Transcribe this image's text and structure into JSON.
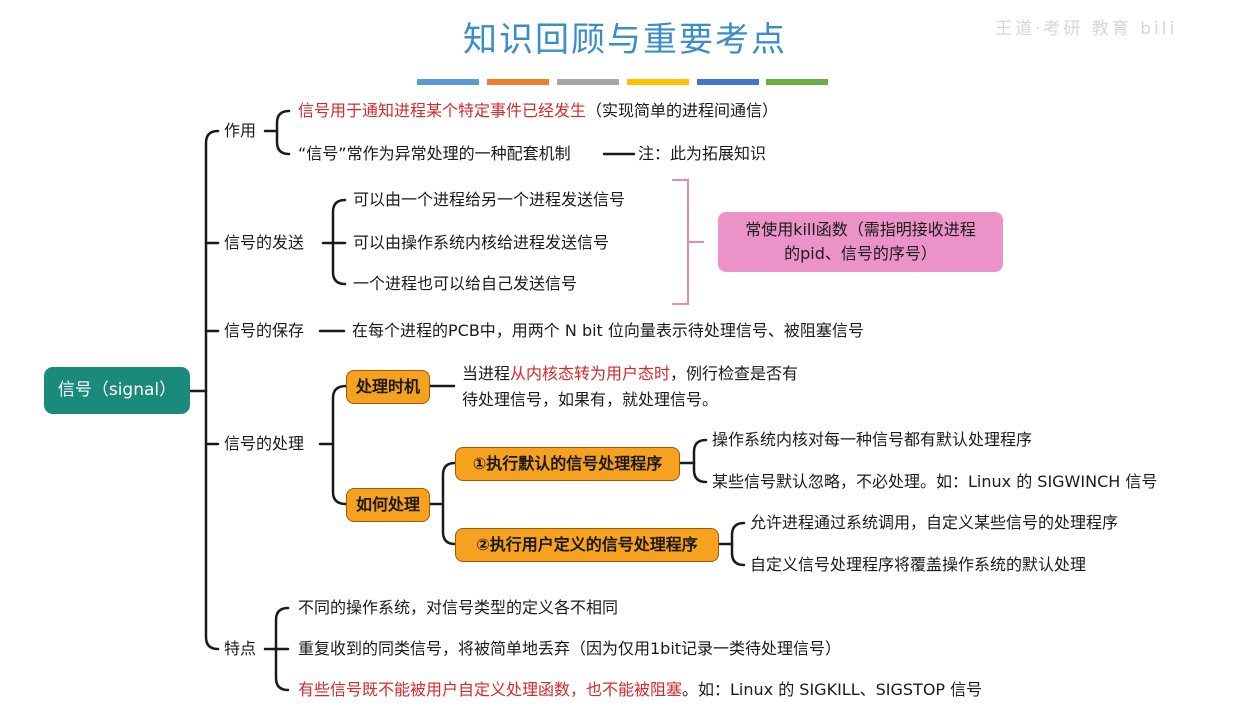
{
  "title": "知识回顾与重要考点",
  "watermark": "王道·考研 教育 bili",
  "colors": {
    "bars": [
      "#5b9bd5",
      "#ed7d31",
      "#a5a5a5",
      "#ffc000",
      "#4472c4",
      "#70ad47"
    ],
    "root_bg": "#1a8a7b",
    "orange_box": "#f6a21e",
    "pink_box": "#eb92c9",
    "red_text": "#d42a2a",
    "title": "#3b8dc8"
  },
  "root": "信号（signal）",
  "branches": {
    "role": {
      "label": "作用",
      "item1_red": "信号用于通知进程某个特定事件已经发生",
      "item1_rest": "（实现简单的进程间通信）",
      "item2": "“信号”常作为异常处理的一种配套机制",
      "item2_note": "注：此为拓展知识"
    },
    "send": {
      "label": "信号的发送",
      "items": [
        "可以由一个进程给另一个进程发送信号",
        "可以由操作系统内核给进程发送信号",
        "一个进程也可以给自己发送信号"
      ],
      "note_line1": "常使用kill函数（需指明接收进程",
      "note_line2": "的pid、信号的序号）"
    },
    "save": {
      "label": "信号的保存",
      "text": "在每个进程的PCB中，用两个 N bit 位向量表示待处理信号、被阻塞信号"
    },
    "handle": {
      "label": "信号的处理",
      "timing_label": "处理时机",
      "timing_pre": "当进程",
      "timing_red": "从内核态转为用户态时",
      "timing_post": "，例行检查是否有",
      "timing_line2": "待处理信号，如果有，就处理信号。",
      "how_label": "如何处理",
      "default_label": "①执行默认的信号处理程序",
      "default_items": [
        "操作系统内核对每一种信号都有默认处理程序",
        "某些信号默认忽略，不必处理。如：Linux 的 SIGWINCH 信号"
      ],
      "user_label": "②执行用户定义的信号处理程序",
      "user_items": [
        "允许进程通过系统调用，自定义某些信号的处理程序",
        "自定义信号处理程序将覆盖操作系统的默认处理"
      ]
    },
    "features": {
      "label": "特点",
      "item1": "不同的操作系统，对信号类型的定义各不相同",
      "item2": "重复收到的同类信号，将被简单地丢弃（因为仅用1bit记录一类待处理信号）",
      "item3_red": "有些信号既不能被用户自定义处理函数，也不能被阻塞",
      "item3_rest": "。如：Linux 的 SIGKILL、SIGSTOP 信号"
    }
  }
}
